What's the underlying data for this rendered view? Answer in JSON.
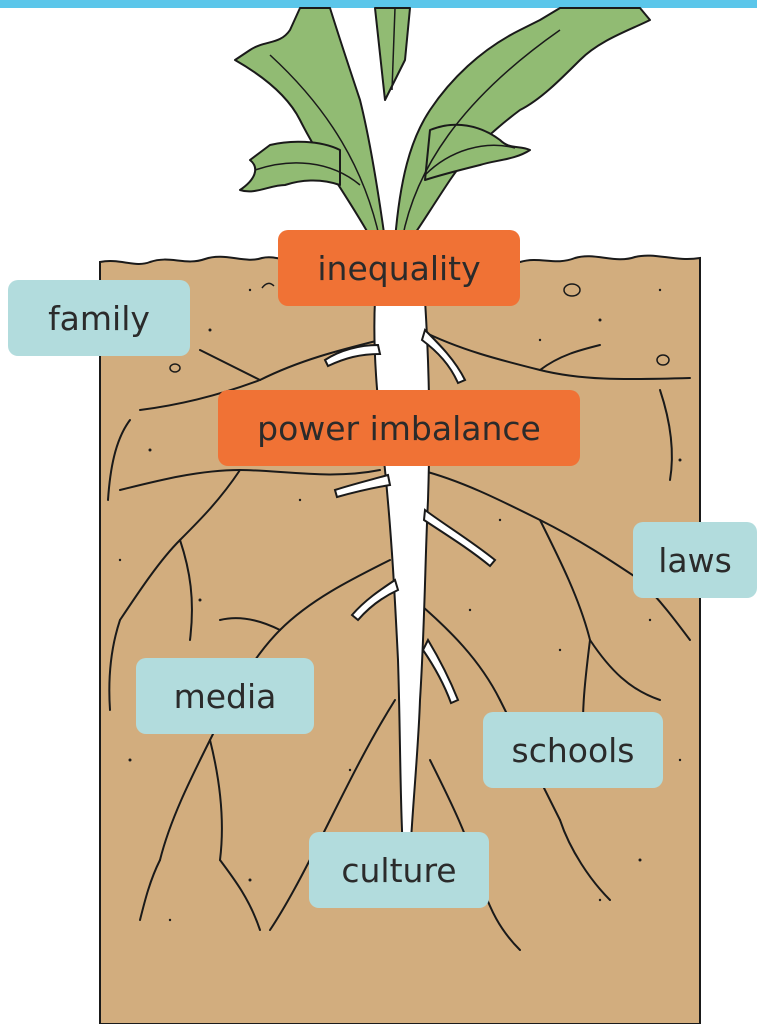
{
  "diagram": {
    "problem_labels": {
      "inequality": "inequality",
      "power_imbalance": "power imbalance"
    },
    "root_labels": {
      "family": "family",
      "laws": "laws",
      "media": "media",
      "schools": "schools",
      "culture": "culture"
    },
    "colors": {
      "accent_bar": "#5bc6ea",
      "soil": "#d2ad7e",
      "leaf": "#91bb73",
      "root": "#ffffff",
      "outline": "#1a1a1a",
      "problem_label_bg": "#f07235",
      "root_label_bg": "#b2dcdd"
    },
    "illustration": "plant-with-roots-icon"
  }
}
